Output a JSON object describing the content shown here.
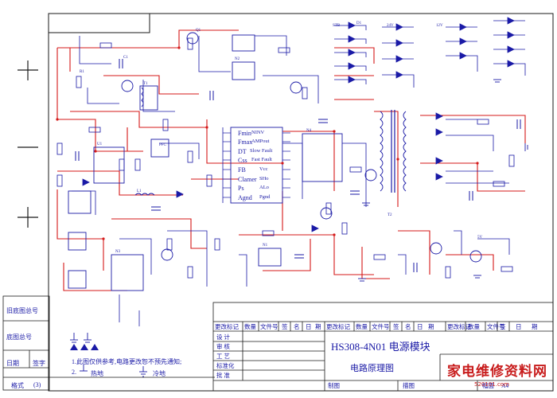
{
  "title_block": {
    "model": "HS308-4N01 电源模块",
    "drawing_name": "电路原理图",
    "rev_header": [
      "更改标记",
      "数量",
      "文件号",
      "签",
      "名",
      "日",
      "期"
    ],
    "rows": [
      "设 计",
      "审 核",
      "工 艺",
      "标准化",
      "批 准"
    ],
    "bottom": {
      "format_label": "格式",
      "format_value": "(3)",
      "draw_label": "制图",
      "trace_label": "描图",
      "sheet_label": "幅面",
      "sheet_value": "A4"
    },
    "side_labels": {
      "old_no": "旧底图总号",
      "base_no": "底图总号",
      "date": "日期",
      "sign": "签字"
    }
  },
  "notes": {
    "line1": "1.此图仅供参考,电路更改恕不预先通知;",
    "line2_prefix": "2.",
    "hot_ground": "热地",
    "cold_ground": "冷地"
  },
  "watermark": {
    "main": "家电维修资料网",
    "url": "520101.com"
  },
  "ic_labels": {
    "pfc_pins_left": [
      "Fmin",
      "Fmax",
      "DT",
      "Css",
      "FB",
      "Clamer",
      "Ps",
      "Agnd"
    ],
    "pfc_pins_right": [
      "NINV",
      "AMPout",
      "Slow Fault",
      "Fast Fault",
      "Vcc",
      "SHo",
      "ALo",
      "Pgnd"
    ],
    "components": [
      "R1",
      "C1",
      "D1",
      "Q1",
      "T1",
      "T2",
      "N1",
      "N2",
      "N3",
      "N4",
      "L1",
      "U1",
      "24V",
      "5V",
      "STB",
      "12V",
      "PFC"
    ]
  }
}
